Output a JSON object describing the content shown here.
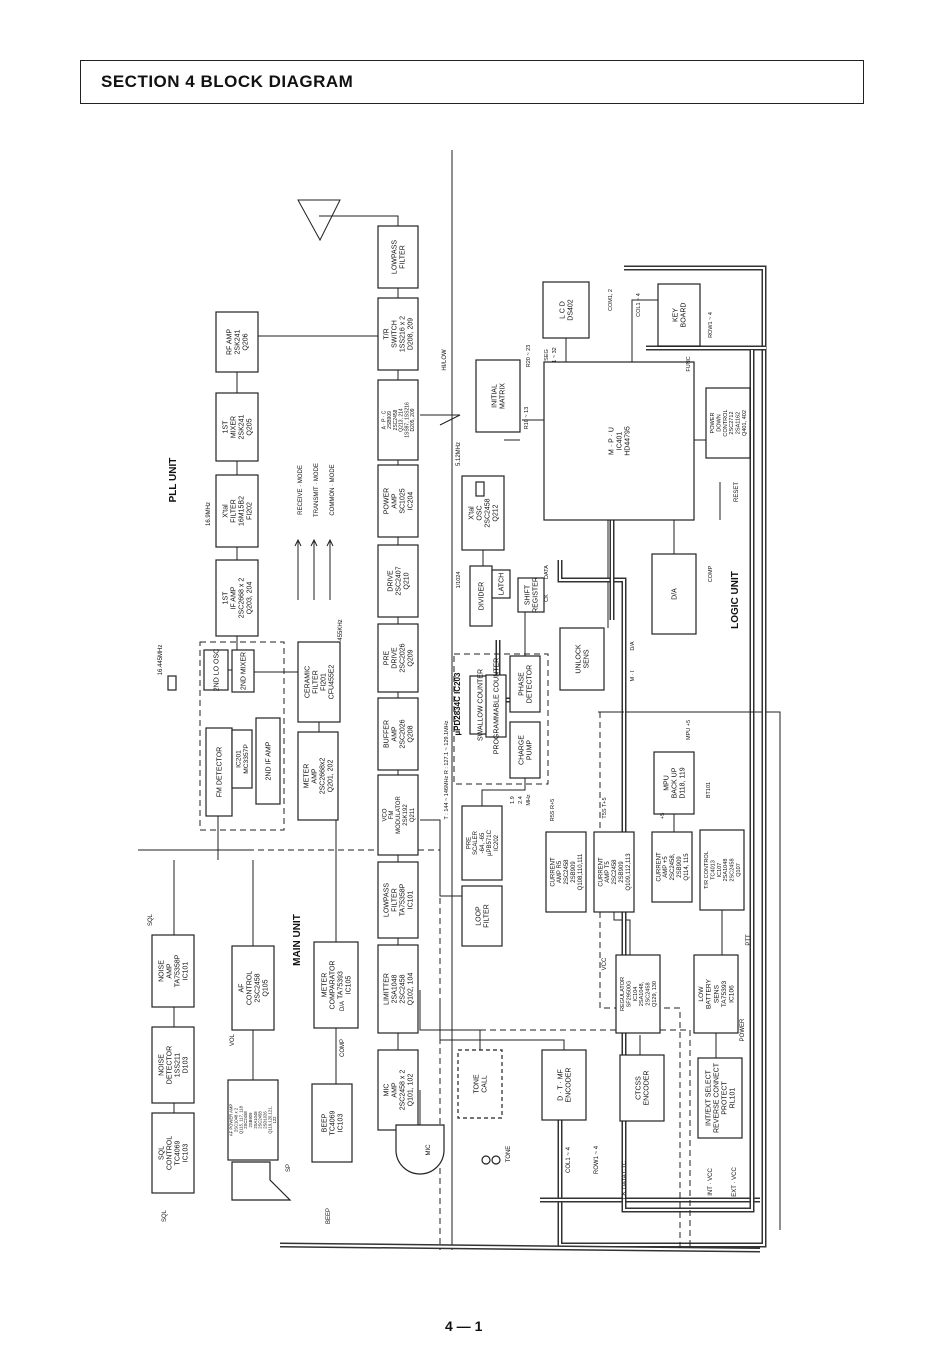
{
  "header": {
    "title": "SECTION  4  BLOCK DIAGRAM"
  },
  "page_number": "4 — 1",
  "units": {
    "pll": "PLL UNIT",
    "main": "MAIN UNIT",
    "logic": "LOGIC UNIT"
  },
  "modes": [
    "RECEIVE · MODE",
    "TRANSMIT · MODE",
    "COMMON · MODE"
  ],
  "blocks": [
    {
      "id": "rf-amp",
      "lines": [
        "RF AMP",
        "2SK241",
        "Q206"
      ]
    },
    {
      "id": "1st-mixer",
      "lines": [
        "1ST",
        "MIXER",
        "2SK241",
        "Q205"
      ]
    },
    {
      "id": "xtal-filter",
      "lines": [
        "X'tal",
        "FILTER",
        "16M15B2",
        "FI202"
      ]
    },
    {
      "id": "if-amp",
      "lines": [
        "1ST",
        "IF AMP",
        "2SC2668 x 2",
        "Q203, 204"
      ]
    },
    {
      "id": "2nd-lo-osc",
      "lines": [
        "2ND LO OSC"
      ]
    },
    {
      "id": "2nd-mixer",
      "lines": [
        "2ND MIXER"
      ]
    },
    {
      "id": "ceramic-filter",
      "lines": [
        "CERAMIC",
        "FILTER",
        "FI201",
        "CFU455E2"
      ]
    },
    {
      "id": "fm-detector",
      "lines": [
        "FM DETECTOR"
      ]
    },
    {
      "id": "ic201",
      "lines": [
        "IC201",
        "MC3357P"
      ]
    },
    {
      "id": "2nd-if-amp",
      "lines": [
        "2ND IF AMP"
      ]
    },
    {
      "id": "meter-amp",
      "lines": [
        "METER",
        "AMP",
        "2SC2668x2",
        "Q201, 202"
      ]
    },
    {
      "id": "noise-amp",
      "lines": [
        "NOISE",
        "AMP",
        "TA75358P",
        "IC101"
      ]
    },
    {
      "id": "noise-detector",
      "lines": [
        "NOISE",
        "DETECTOR",
        "1SS211",
        "D103"
      ]
    },
    {
      "id": "sql-control",
      "lines": [
        "SQL",
        "CONTROL",
        "TC4069",
        "IC103"
      ]
    },
    {
      "id": "af-control",
      "lines": [
        "AF",
        "CONTROL",
        "2SC2458",
        "Q105"
      ]
    },
    {
      "id": "af-power-amp",
      "lines": [
        "AF POWER AMP",
        "2SC1048 x 2",
        "Q115, 117, 118",
        "2SC2458",
        "2SB909",
        "2SA1048",
        "2SC2458",
        "2SD1026",
        "Q119,120,121,",
        "122"
      ]
    },
    {
      "id": "meter-comparator",
      "lines": [
        "METER",
        "COMPARATOR",
        "TA75393",
        "IC105"
      ]
    },
    {
      "id": "beep",
      "lines": [
        "BEEP",
        "TC4069",
        "IC103"
      ]
    },
    {
      "id": "mic-amp",
      "lines": [
        "MIC",
        "AMP",
        "2SC2458 x 2",
        "Q101, 102"
      ]
    },
    {
      "id": "limitter",
      "lines": [
        "LIMITTER",
        "2SA1048",
        "2SC2458",
        "Q102, 104"
      ]
    },
    {
      "id": "lowpass-filter-main",
      "lines": [
        "LOWPASS",
        "FILTER",
        "TA75358P",
        "IC101"
      ]
    },
    {
      "id": "vco-fm-modulator",
      "lines": [
        "VCO",
        "FM",
        "MODULATOR",
        "2SK192",
        "Q211"
      ]
    },
    {
      "id": "buffer-amp",
      "lines": [
        "BUFFER",
        "AMP",
        "2SC2026",
        "Q208"
      ]
    },
    {
      "id": "pre-drive",
      "lines": [
        "PRE",
        "DRIVE",
        "2SC2026",
        "Q209"
      ]
    },
    {
      "id": "drive",
      "lines": [
        "DRIVE",
        "2SC2407",
        "Q210"
      ]
    },
    {
      "id": "power-amp",
      "lines": [
        "POWER",
        "AMP",
        "SC1025",
        "IC204"
      ]
    },
    {
      "id": "apc",
      "lines": [
        "A · P · C",
        "2SB909",
        "2SC2458",
        "Q213, 214",
        "1SS97, 1SS216",
        "D205, 209"
      ]
    },
    {
      "id": "tr-switch",
      "lines": [
        "T/R",
        "SWITCH",
        "1SS216 x 2",
        "D208, 209"
      ]
    },
    {
      "id": "lowpass-filter-ant",
      "lines": [
        "LOWPASS",
        "FILTER"
      ]
    },
    {
      "id": "tone-call",
      "lines": [
        "TONE",
        "CALL"
      ]
    },
    {
      "id": "dtmf-encoder",
      "lines": [
        "D · T · MF",
        "ENCODER"
      ]
    },
    {
      "id": "ctcss-encoder",
      "lines": [
        "CTCSS",
        "ENCODER"
      ]
    },
    {
      "id": "pre-scaler",
      "lines": [
        "PRE",
        "SCALER",
        "-64, -65",
        "µPB571C",
        "IC202"
      ]
    },
    {
      "id": "loop-filter",
      "lines": [
        "LOOP",
        "FILTER"
      ]
    },
    {
      "id": "swallow-counter",
      "lines": [
        "SWALLOW COUNTER"
      ]
    },
    {
      "id": "programmable-counter",
      "lines": [
        "PROGRAMMABLE COUNTER"
      ]
    },
    {
      "id": "phase-detector",
      "lines": [
        "PHASE",
        "DETECTOR"
      ]
    },
    {
      "id": "charge-pump",
      "lines": [
        "CHARGE",
        "PUMP"
      ]
    },
    {
      "id": "divider",
      "lines": [
        "DIVIDER"
      ]
    },
    {
      "id": "latch",
      "lines": [
        "LATCH"
      ]
    },
    {
      "id": "shift-register",
      "lines": [
        "SHIFT",
        "REGISTER"
      ]
    },
    {
      "id": "xtal-osc",
      "lines": [
        "X'tal",
        "OSC",
        "2SC2458",
        "Q212"
      ]
    },
    {
      "id": "unlock-sens",
      "lines": [
        "UNLOCK",
        "SENS"
      ]
    },
    {
      "id": "initial-matrix",
      "lines": [
        "INITIAL",
        "MATRIX"
      ]
    },
    {
      "id": "mpu",
      "lines": [
        "M · P · U",
        "IC401",
        "HD44795"
      ]
    },
    {
      "id": "lcd",
      "lines": [
        "L C D",
        "DS402"
      ]
    },
    {
      "id": "keyboard",
      "lines": [
        "KEY",
        "BOARD"
      ]
    },
    {
      "id": "power-down-control",
      "lines": [
        "POWER",
        "DOWN",
        "CONTROL",
        "2SC2712",
        "2SA1162",
        "Q401, 402"
      ]
    },
    {
      "id": "da",
      "lines": [
        "D/A"
      ]
    },
    {
      "id": "current-amp-r5",
      "lines": [
        "CURRENT",
        "AMP R5",
        "2SC2458",
        "2SB909",
        "Q108,110,111"
      ]
    },
    {
      "id": "current-amp-t5",
      "lines": [
        "CURRENT",
        "AMP T5",
        "2SC2458",
        "2SB909",
        "Q109,112,113"
      ]
    },
    {
      "id": "current-amp-5",
      "lines": [
        "CURRENT",
        "AMP +5",
        "2SC2458,",
        "2SB909",
        "Q114, 115"
      ]
    },
    {
      "id": "tr-control",
      "lines": [
        "T/R CONTROL",
        "TC4013",
        "IC107",
        "2SA1048",
        "2SC2458",
        "Q107"
      ]
    },
    {
      "id": "mpu-backup",
      "lines": [
        "MPU",
        "BACK UP",
        "D118, 119"
      ]
    },
    {
      "id": "regulator",
      "lines": [
        "REGULATOR",
        "SF29500G",
        "IC104",
        "2SA1048,",
        "2SC2458",
        "Q129, 130"
      ]
    },
    {
      "id": "low-battery-sens",
      "lines": [
        "LOW",
        "BATTERY",
        "SENS",
        "TA75393",
        "IC106"
      ]
    },
    {
      "id": "int-ext-select",
      "lines": [
        "INT/EXT SELECT",
        "REVERSE CONNECT",
        "PROTECT",
        "RL101"
      ]
    }
  ],
  "labels": {
    "f_16_9": "16.9MHz",
    "f_16_445": "16.445MHz",
    "f_455": "455KHz",
    "f_5_12": "5.12MHz",
    "ic203": "µPD2834C  IC203",
    "tr_freq": "T : 144 ~ 146MHz   R : 127.1 ~ 129.1MHz",
    "freq19": "1.9",
    "freq24": "2.4",
    "mhz": "MHz",
    "div1024": "1/1024",
    "ck": "CK",
    "data": "DATA",
    "hilow": "HI/LOW",
    "reset": "RESET",
    "seg": "SEG",
    "seg_range": "1 ~ 32",
    "r20_23": "R20 ~ 23",
    "r10_13": "R10 ~ 13",
    "com12": "COM1, 2",
    "col14_top": "COL1 ~ 4",
    "row14_top": "ROW1 ~ 4",
    "func": "FUNC",
    "comp_logic": "COMP",
    "da_small": "D/A",
    "mod": "M · I",
    "mpu_5": "MPU +5",
    "bt101": "BT101",
    "r5": "R5S  R+5",
    "t5": "T5S  T+5",
    "p5": "+5",
    "ptt": "PTT",
    "power": "POWER",
    "vcc": "VCC",
    "int_vcc": "INT · VCC",
    "ext_vcc": "EXT · VCC",
    "sql": "SQL",
    "sql_bottom": "SQL",
    "vol": "VOL",
    "sp": "SP",
    "beep_bottom": "BEEP",
    "comp_main": "COMP",
    "da_main": "D/A",
    "mic": "MIC",
    "tone": "TONE",
    "col14_bottom": "COL1 ~ 4",
    "row14_bottom": "ROW1 ~ 4",
    "ck_data_ctc": "CK DATA CTC"
  }
}
